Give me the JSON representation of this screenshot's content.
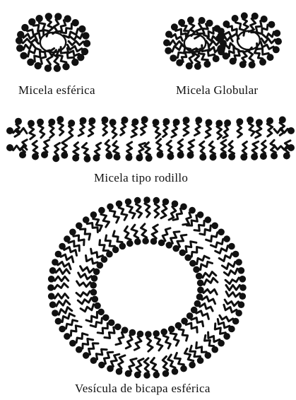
{
  "diagram": {
    "labels": {
      "spherical_micelle": "Micela esférica",
      "globular_micelle": "Micela Globular",
      "rod_micelle": "Micela tipo rodillo",
      "spherical_bilayer_vesicle": "Vesícula de bicapa esférica"
    },
    "colors": {
      "ink": "#111111",
      "background": "#ffffff"
    }
  }
}
